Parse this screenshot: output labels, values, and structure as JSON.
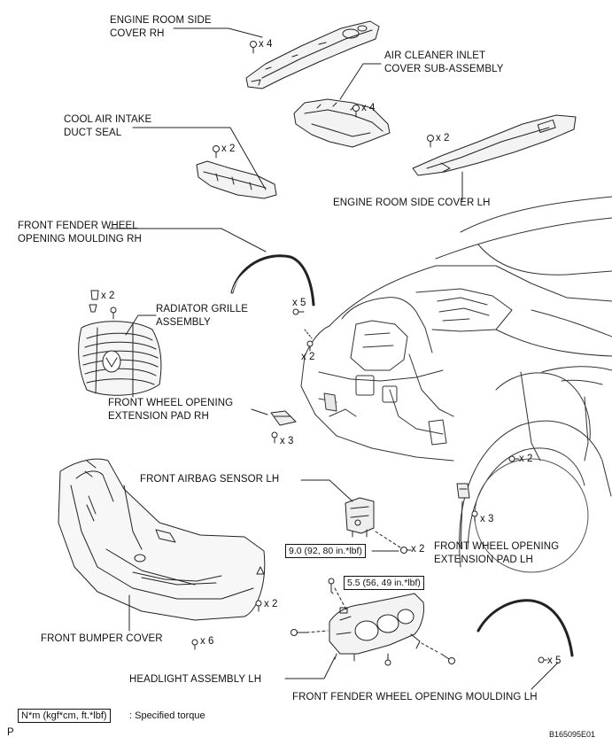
{
  "parts": {
    "engine_room_side_cover_rh": "ENGINE ROOM SIDE\nCOVER RH",
    "air_cleaner_inlet_cover": "AIR CLEANER INLET\nCOVER SUB-ASSEMBLY",
    "cool_air_intake_duct_seal": "COOL AIR INTAKE\nDUCT SEAL",
    "engine_room_side_cover_lh": "ENGINE ROOM SIDE COVER LH",
    "front_fender_wheel_opening_moulding_rh": "FRONT FENDER WHEEL\nOPENING MOULDING RH",
    "radiator_grille_assembly": "RADIATOR GRILLE\nASSEMBLY",
    "front_wheel_opening_extension_pad_rh": "FRONT WHEEL OPENING\nEXTENSION PAD RH",
    "front_airbag_sensor_lh": "FRONT AIRBAG SENSOR LH",
    "front_wheel_opening_extension_pad_lh": "FRONT WHEEL OPENING\nEXTENSION PAD LH",
    "front_bumper_cover": "FRONT BUMPER COVER",
    "headlight_assembly_lh": "HEADLIGHT ASSEMBLY LH",
    "front_fender_wheel_opening_moulding_lh": "FRONT FENDER WHEEL OPENING MOULDING LH"
  },
  "quantities": {
    "engine_cover_rh": "x 4",
    "air_cleaner": "x 4",
    "intake_seal": "x 2",
    "engine_cover_lh": "x 2",
    "grille_clip": "x 2",
    "moulding_rh": "x 5",
    "fender_rh": "x 2",
    "pad_rh": "x 3",
    "wheel_lh": "x 2",
    "pad_lh": "x 3",
    "airbag": "x 2",
    "bumper_side": "x 2",
    "bumper_bottom": "x 6",
    "moulding_lh": "x 5"
  },
  "torques": {
    "airbag_sensor": "9.0 (92, 80 in.*lbf)",
    "headlight": "5.5 (56, 49 in.*lbf)"
  },
  "legend": {
    "box": "N*m (kgf*cm, ft.*lbf)",
    "text": ": Specified torque"
  },
  "footer": {
    "corner": "P",
    "figure_code": "B165095E01"
  }
}
